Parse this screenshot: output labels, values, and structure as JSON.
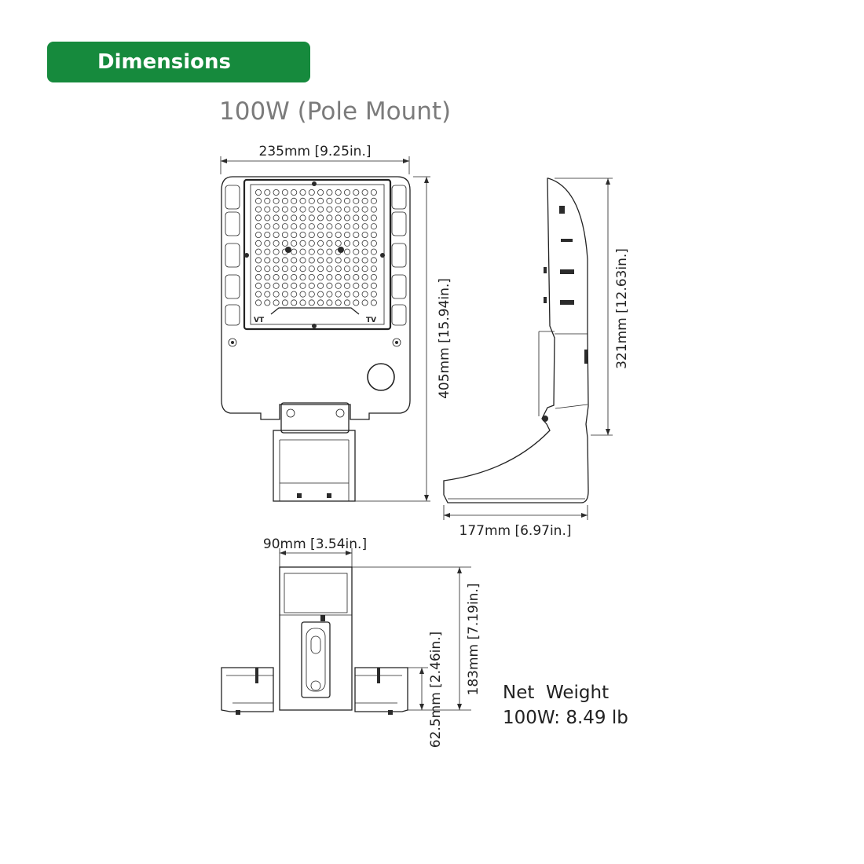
{
  "header": {
    "badge_label": "Dimensions"
  },
  "drawing": {
    "title": "100W (Pole Mount)",
    "dims": {
      "front_width": "235mm [9.25in.]",
      "front_height": "405mm [15.94in.]",
      "side_height": "321mm [12.63in.]",
      "side_depth": "177mm [6.97in.]",
      "bottom_width": "90mm [3.54in.]",
      "bottom_height": "183mm [7.19in.]",
      "bottom_base_height": "62.5mm [2.46in.]"
    },
    "panel_labels": {
      "left": "VT",
      "right": "TV"
    }
  },
  "weight": {
    "label": "Net  Weight",
    "value": "100W: 8.49 lb"
  }
}
